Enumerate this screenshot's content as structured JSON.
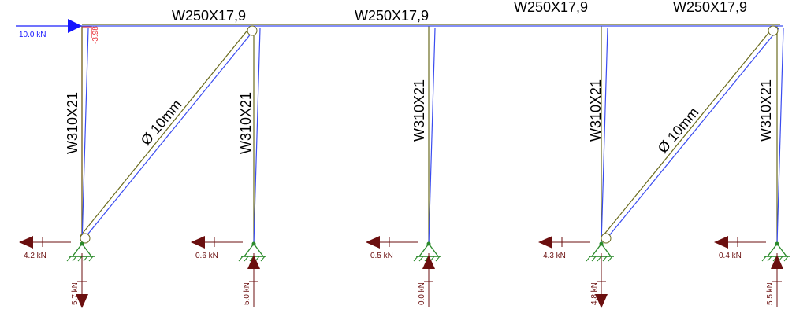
{
  "colors": {
    "frame": "#3a4cf0",
    "deflected": "#6b6b1e",
    "reaction": "#6b0f0f",
    "load": "#1414ff",
    "moment": "#e8323c",
    "support": "#2a8a2a"
  },
  "beam_labels": [
    "W250X17,9",
    "W250X17,9",
    "W250X17,9",
    "W250X17,9"
  ],
  "column_labels": [
    "W310X21",
    "W310X21",
    "W310X21",
    "W310X21",
    "W310X21"
  ],
  "brace_labels": [
    "Ø 10mm",
    "Ø 10mm"
  ],
  "applied_load": {
    "label": "10.0 kN",
    "icon": "arrow-right-icon"
  },
  "moment_value": "-3.98",
  "reactions": [
    {
      "horizontal": "4.2 kN",
      "vertical": "5.7 kN",
      "vertical_dir": "down"
    },
    {
      "horizontal": "0.6 kN",
      "vertical": "5.0 kN",
      "vertical_dir": "up"
    },
    {
      "horizontal": "0.5 kN",
      "vertical": "0.0 kN",
      "vertical_dir": "up"
    },
    {
      "horizontal": "4.3 kN",
      "vertical": "4.8 kN",
      "vertical_dir": "down"
    },
    {
      "horizontal": "0.4 kN",
      "vertical": "5.5 kN",
      "vertical_dir": "up"
    }
  ]
}
